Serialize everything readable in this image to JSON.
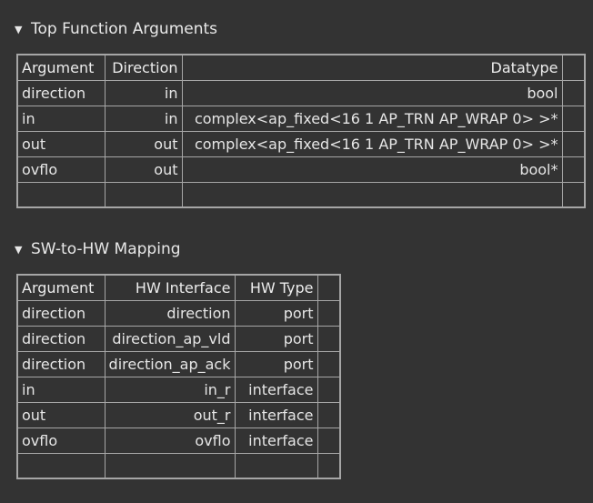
{
  "top_args": {
    "title": "Top Function Arguments",
    "headers": [
      "Argument",
      "Direction",
      "Datatype"
    ],
    "rows": [
      {
        "argument": "direction",
        "direction": "in",
        "datatype": "bool"
      },
      {
        "argument": "in",
        "direction": "in",
        "datatype": "complex<ap_fixed<16 1 AP_TRN AP_WRAP 0> >*"
      },
      {
        "argument": "out",
        "direction": "out",
        "datatype": "complex<ap_fixed<16 1 AP_TRN AP_WRAP 0> >*"
      },
      {
        "argument": "ovflo",
        "direction": "out",
        "datatype": "bool*"
      }
    ]
  },
  "mapping": {
    "title": "SW-to-HW Mapping",
    "headers": [
      "Argument",
      "HW Interface",
      "HW Type"
    ],
    "rows": [
      {
        "argument": "direction",
        "hw_interface": "direction",
        "hw_type": "port"
      },
      {
        "argument": "direction",
        "hw_interface": "direction_ap_vld",
        "hw_type": "port"
      },
      {
        "argument": "direction",
        "hw_interface": "direction_ap_ack",
        "hw_type": "port"
      },
      {
        "argument": "in",
        "hw_interface": "in_r",
        "hw_type": "interface"
      },
      {
        "argument": "out",
        "hw_interface": "out_r",
        "hw_type": "interface"
      },
      {
        "argument": "ovflo",
        "hw_interface": "ovflo",
        "hw_type": "interface"
      }
    ]
  }
}
